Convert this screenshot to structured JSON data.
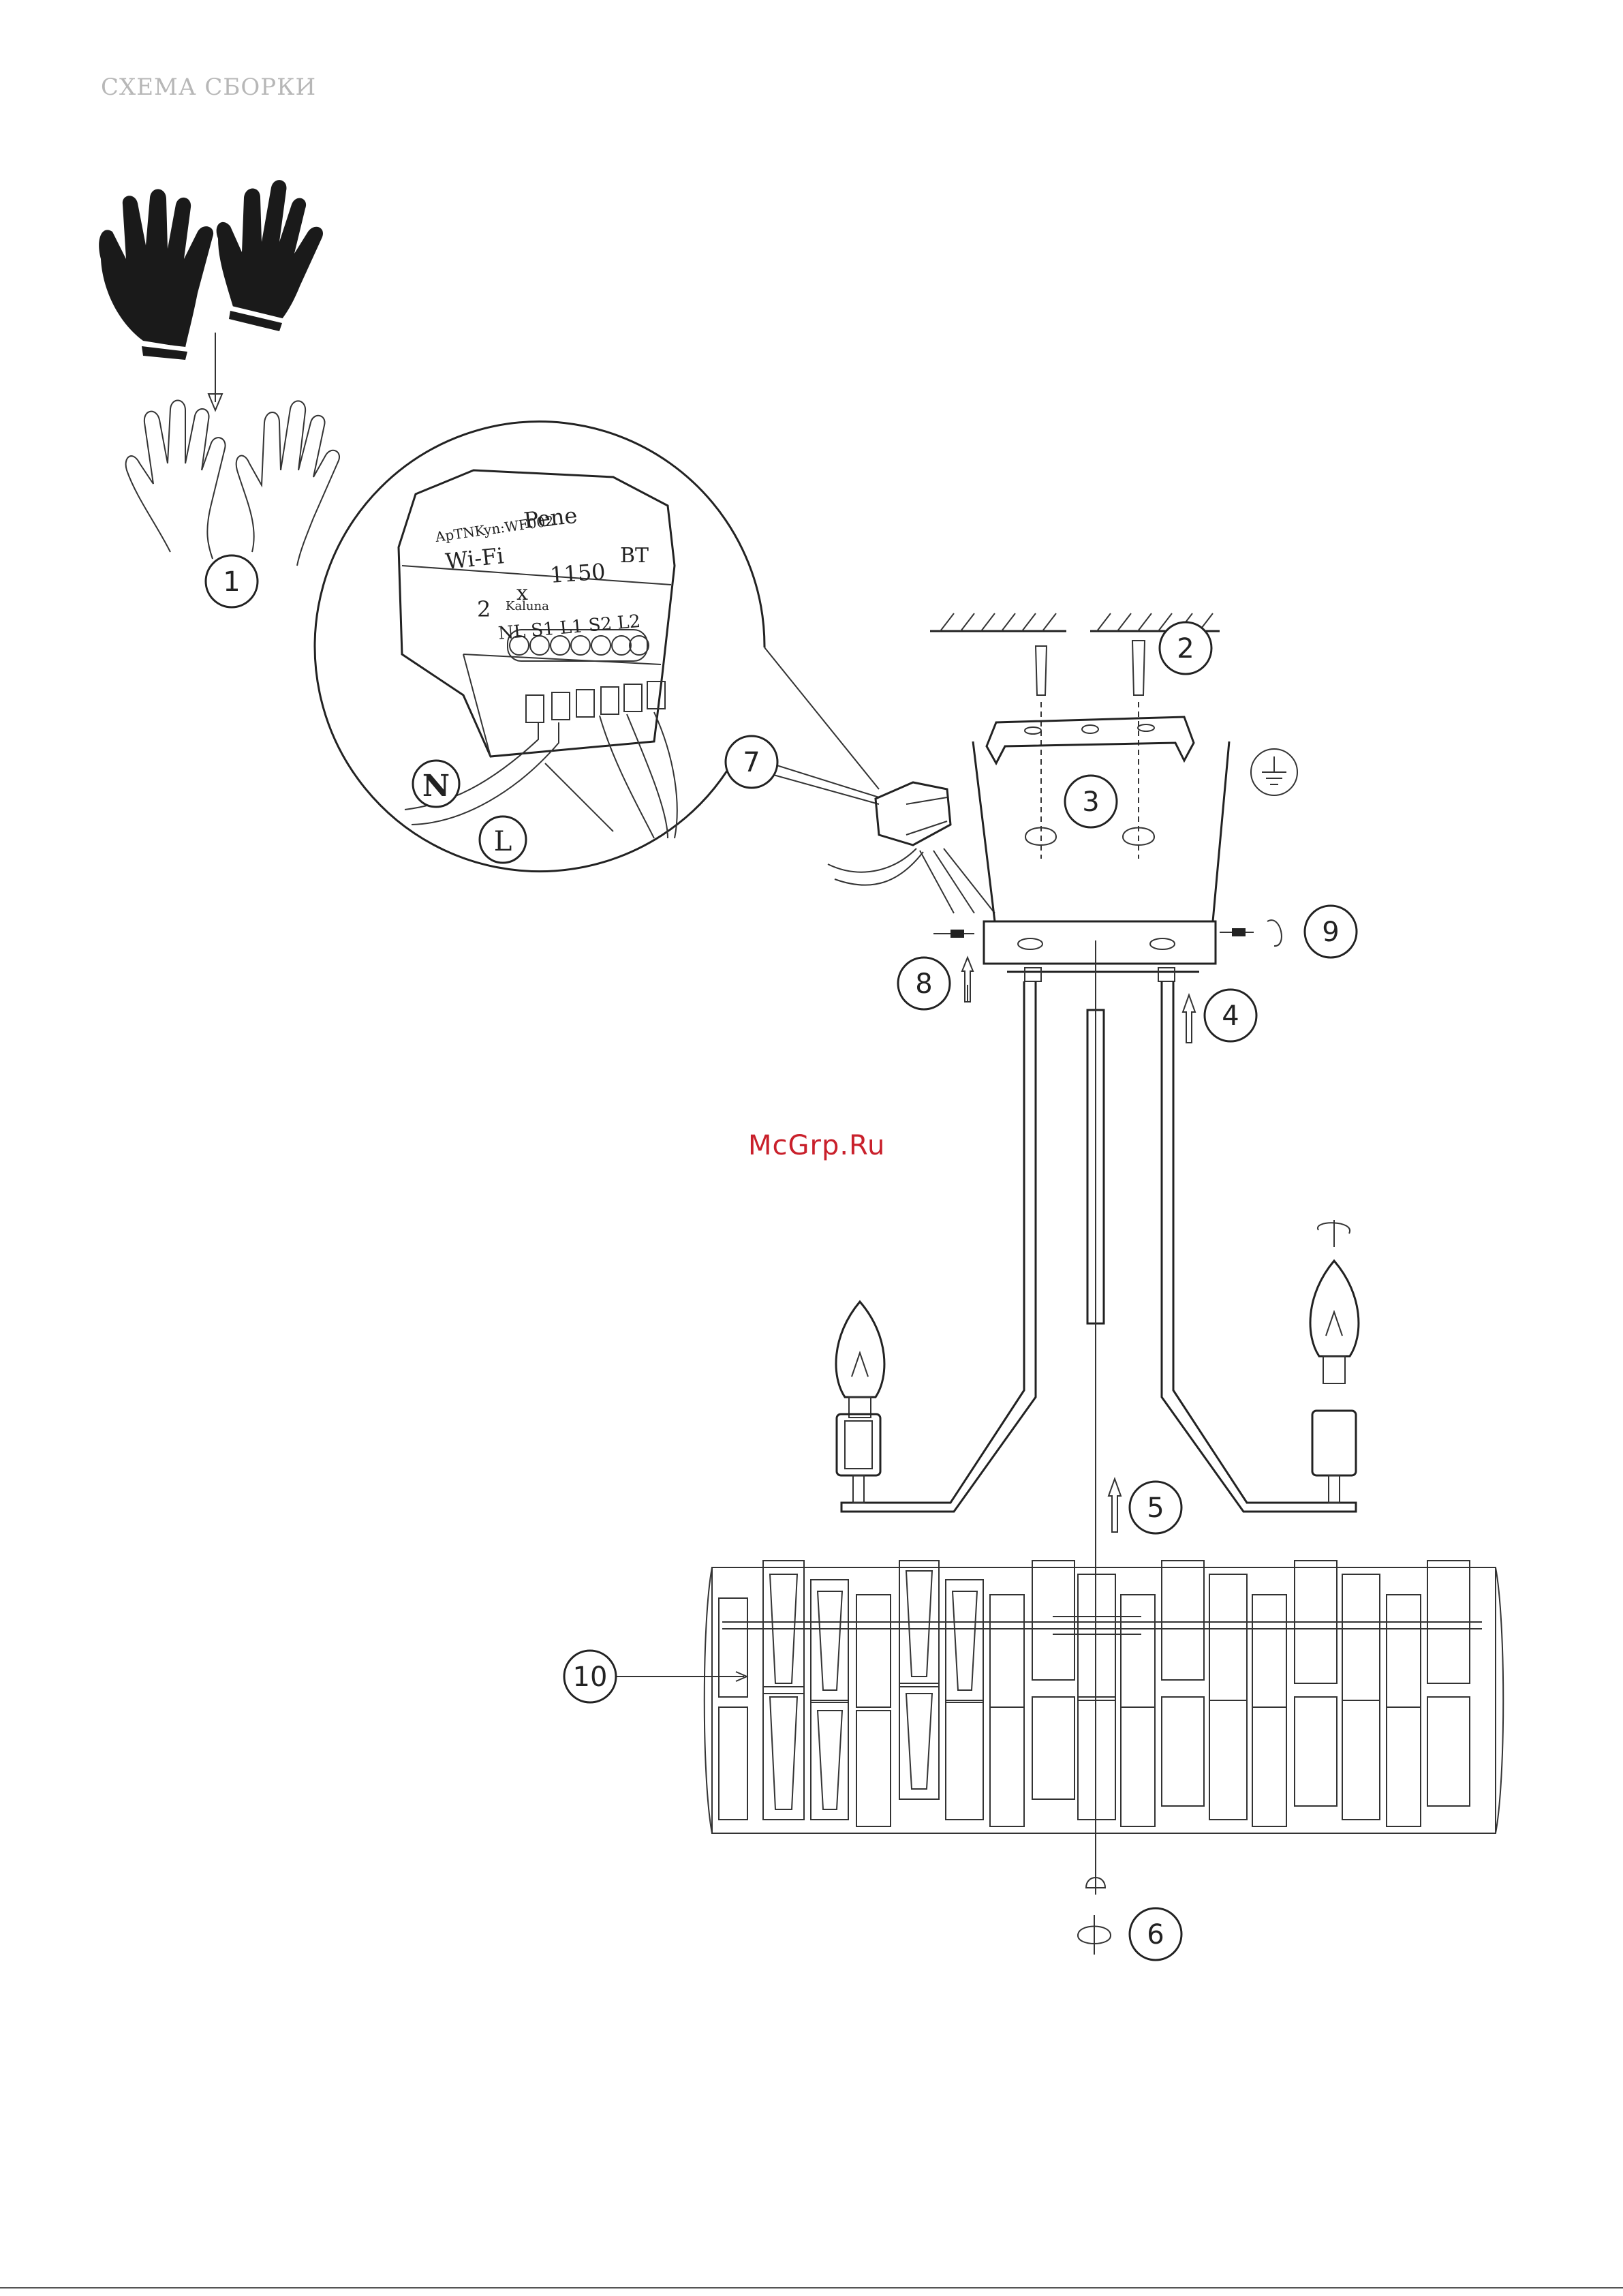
{
  "page": {
    "title": "СХЕМА СБОРКИ",
    "watermark": "McGrp.Ru"
  },
  "callouts": [
    "1",
    "2",
    "3",
    "4",
    "5",
    "6",
    "7",
    "8",
    "9",
    "10"
  ],
  "wiring": {
    "neutral": "N",
    "live": "L"
  },
  "module_label": {
    "line1": "ApTNKyn:WF002",
    "line2a": "Wi-Fi",
    "line2b": "Pene",
    "line3a": "2",
    "line3b": "x",
    "line3c": "1150",
    "line3d": "BT",
    "line4": "Kaluna",
    "terminals": "NL   S1 L1 S2 L2"
  },
  "colors": {
    "title": "#b7b7b7",
    "watermark": "#c9202b",
    "lines": "#222222"
  }
}
